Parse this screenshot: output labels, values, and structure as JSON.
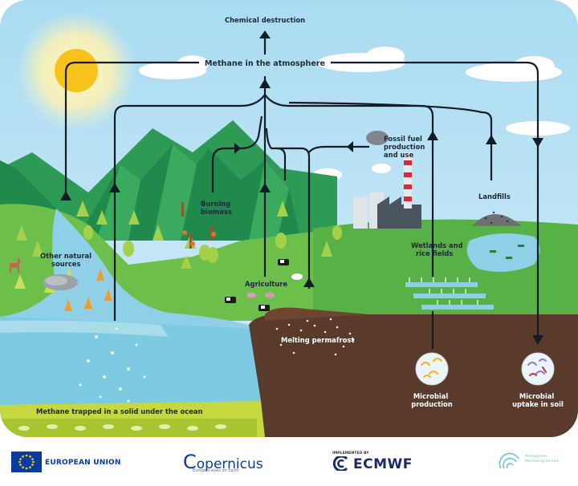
{
  "labels": {
    "chemical_destruction": "Chemical destruction",
    "methane_atmosphere": "Methane in the atmosphere",
    "fossil_fuel": [
      "Fossil fuel",
      "production",
      "and use"
    ],
    "landfills": "Landfills",
    "burning_biomass": [
      "Burning",
      "biomass"
    ],
    "other_natural": [
      "Other natural",
      "sources"
    ],
    "agriculture": "Agriculture",
    "wetlands": [
      "Wetlands and",
      "rice fields"
    ],
    "melting_permafrost": "Melting permafrost",
    "microbial_production": [
      "Microbial",
      "production"
    ],
    "microbial_uptake": [
      "Microbial",
      "uptake in soil"
    ],
    "methane_trapped": "Methane trapped in a solid under the ocean"
  },
  "footer": {
    "eu": "EUROPEAN UNION",
    "copernicus": "opernicus",
    "copernicus_c": "C",
    "copernicus_sub": "Europe's eyes on Earth",
    "implemented_by": "IMPLEMENTED BY",
    "ecmwf": "ECMWF",
    "cams": [
      "Atmosphere",
      "Monitoring Service"
    ]
  },
  "colors": {
    "sky": "#bfe3f5",
    "sun": "#f7c21c",
    "mountain_dark": "#1f8a4c",
    "mountain_light": "#34a85a",
    "grass": "#6dbf4b",
    "water": "#8fd0e6",
    "soil": "#5a3a2a",
    "arrow": "#141c26",
    "eu_blue": "#0b3aa3",
    "eu_star": "#ffd500"
  },
  "icons": [
    "sun-icon",
    "cloud-icon",
    "factory-icon",
    "landfill-icon",
    "cow-icon",
    "tree-icon",
    "microbe-icon",
    "eu-flag-icon",
    "ecmwf-logo-icon",
    "cams-logo-icon"
  ]
}
